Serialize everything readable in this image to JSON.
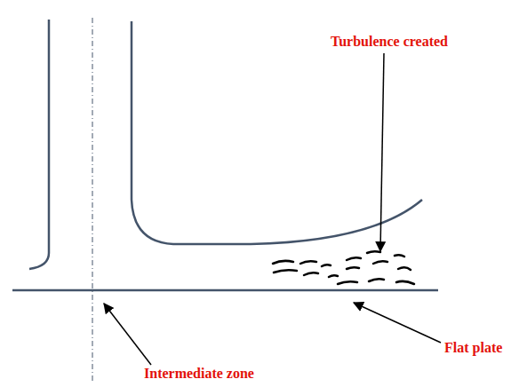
{
  "diagram": {
    "labels": [
      "Turbulence created",
      "Flat plate",
      "Intermediate zone"
    ]
  }
}
